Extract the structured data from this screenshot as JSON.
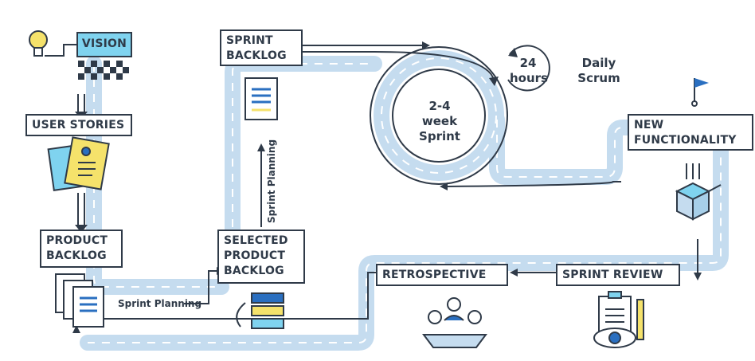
{
  "steps": {
    "vision": "VISION",
    "user_stories": "USER STORIES",
    "product_backlog": "PRODUCT\nBACKLOG",
    "selected_product_backlog": "SELECTED\nPRODUCT\nBACKLOG",
    "sprint_backlog": "SPRINT\nBACKLOG",
    "new_functionality": "NEW\nFUNCTIONALITY",
    "sprint_review": "SPRINT REVIEW",
    "retrospective": "RETROSPECTIVE"
  },
  "loop": {
    "sprint_length": "2-4\nweek\nSprint",
    "daily_cycle": "24\nhours",
    "daily_scrum": "Daily\nScrum"
  },
  "labels": {
    "sprint_planning_horizontal": "Sprint Planning",
    "sprint_planning_vertical": "Sprint Planning"
  },
  "colors": {
    "road": "#c5dcef",
    "road_dash": "#ffffff",
    "outline": "#2f3a48",
    "vision_fill": "#7fd3ef",
    "accent_blue": "#2a6fc0",
    "accent_yellow": "#f5e26b"
  },
  "icons": [
    "lightbulb-icon",
    "checkered-flag-icon",
    "user-story-cards-icon",
    "backlog-documents-icon",
    "priority-stack-icon",
    "sprint-backlog-document-icon",
    "goal-flag-icon",
    "delivery-box-icon",
    "team-meeting-icon",
    "review-clipboard-icon"
  ]
}
